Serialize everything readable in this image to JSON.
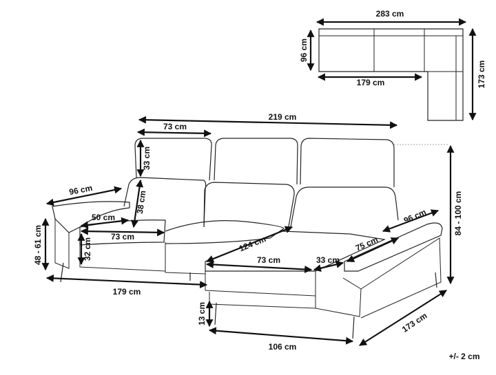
{
  "plan_view": {
    "width_label": "283 cm",
    "depth_label": "96 cm",
    "inner_length_label": "179 cm",
    "chaise_length_label": "173 cm"
  },
  "sofa_view": {
    "total_width_label": "219 cm",
    "headrest_width_label": "73 cm",
    "headrest_height_label": "33 cm",
    "backrest_height_label": "38 cm",
    "armrest_length_left_label": "96 cm",
    "armrest_width_label": "50 cm",
    "seat_width_label": "73 cm",
    "seat_height_label": "32 cm",
    "total_height_left_label": "48 - 61 cm",
    "front_length_label": "179 cm",
    "chaise_diagonal_label": "124 cm",
    "chaise_seat_width_label": "73 cm",
    "chaise_arm_width_label": "33 cm",
    "chaise_arm_length_label": "75 cm",
    "armrest_length_right_label": "96 cm",
    "total_height_right_label": "84 - 100 cm",
    "leg_height_label": "13 cm",
    "chaise_width_label": "106 cm",
    "chaise_depth_label": "173 cm"
  },
  "tolerance_label": "+/- 2 cm"
}
